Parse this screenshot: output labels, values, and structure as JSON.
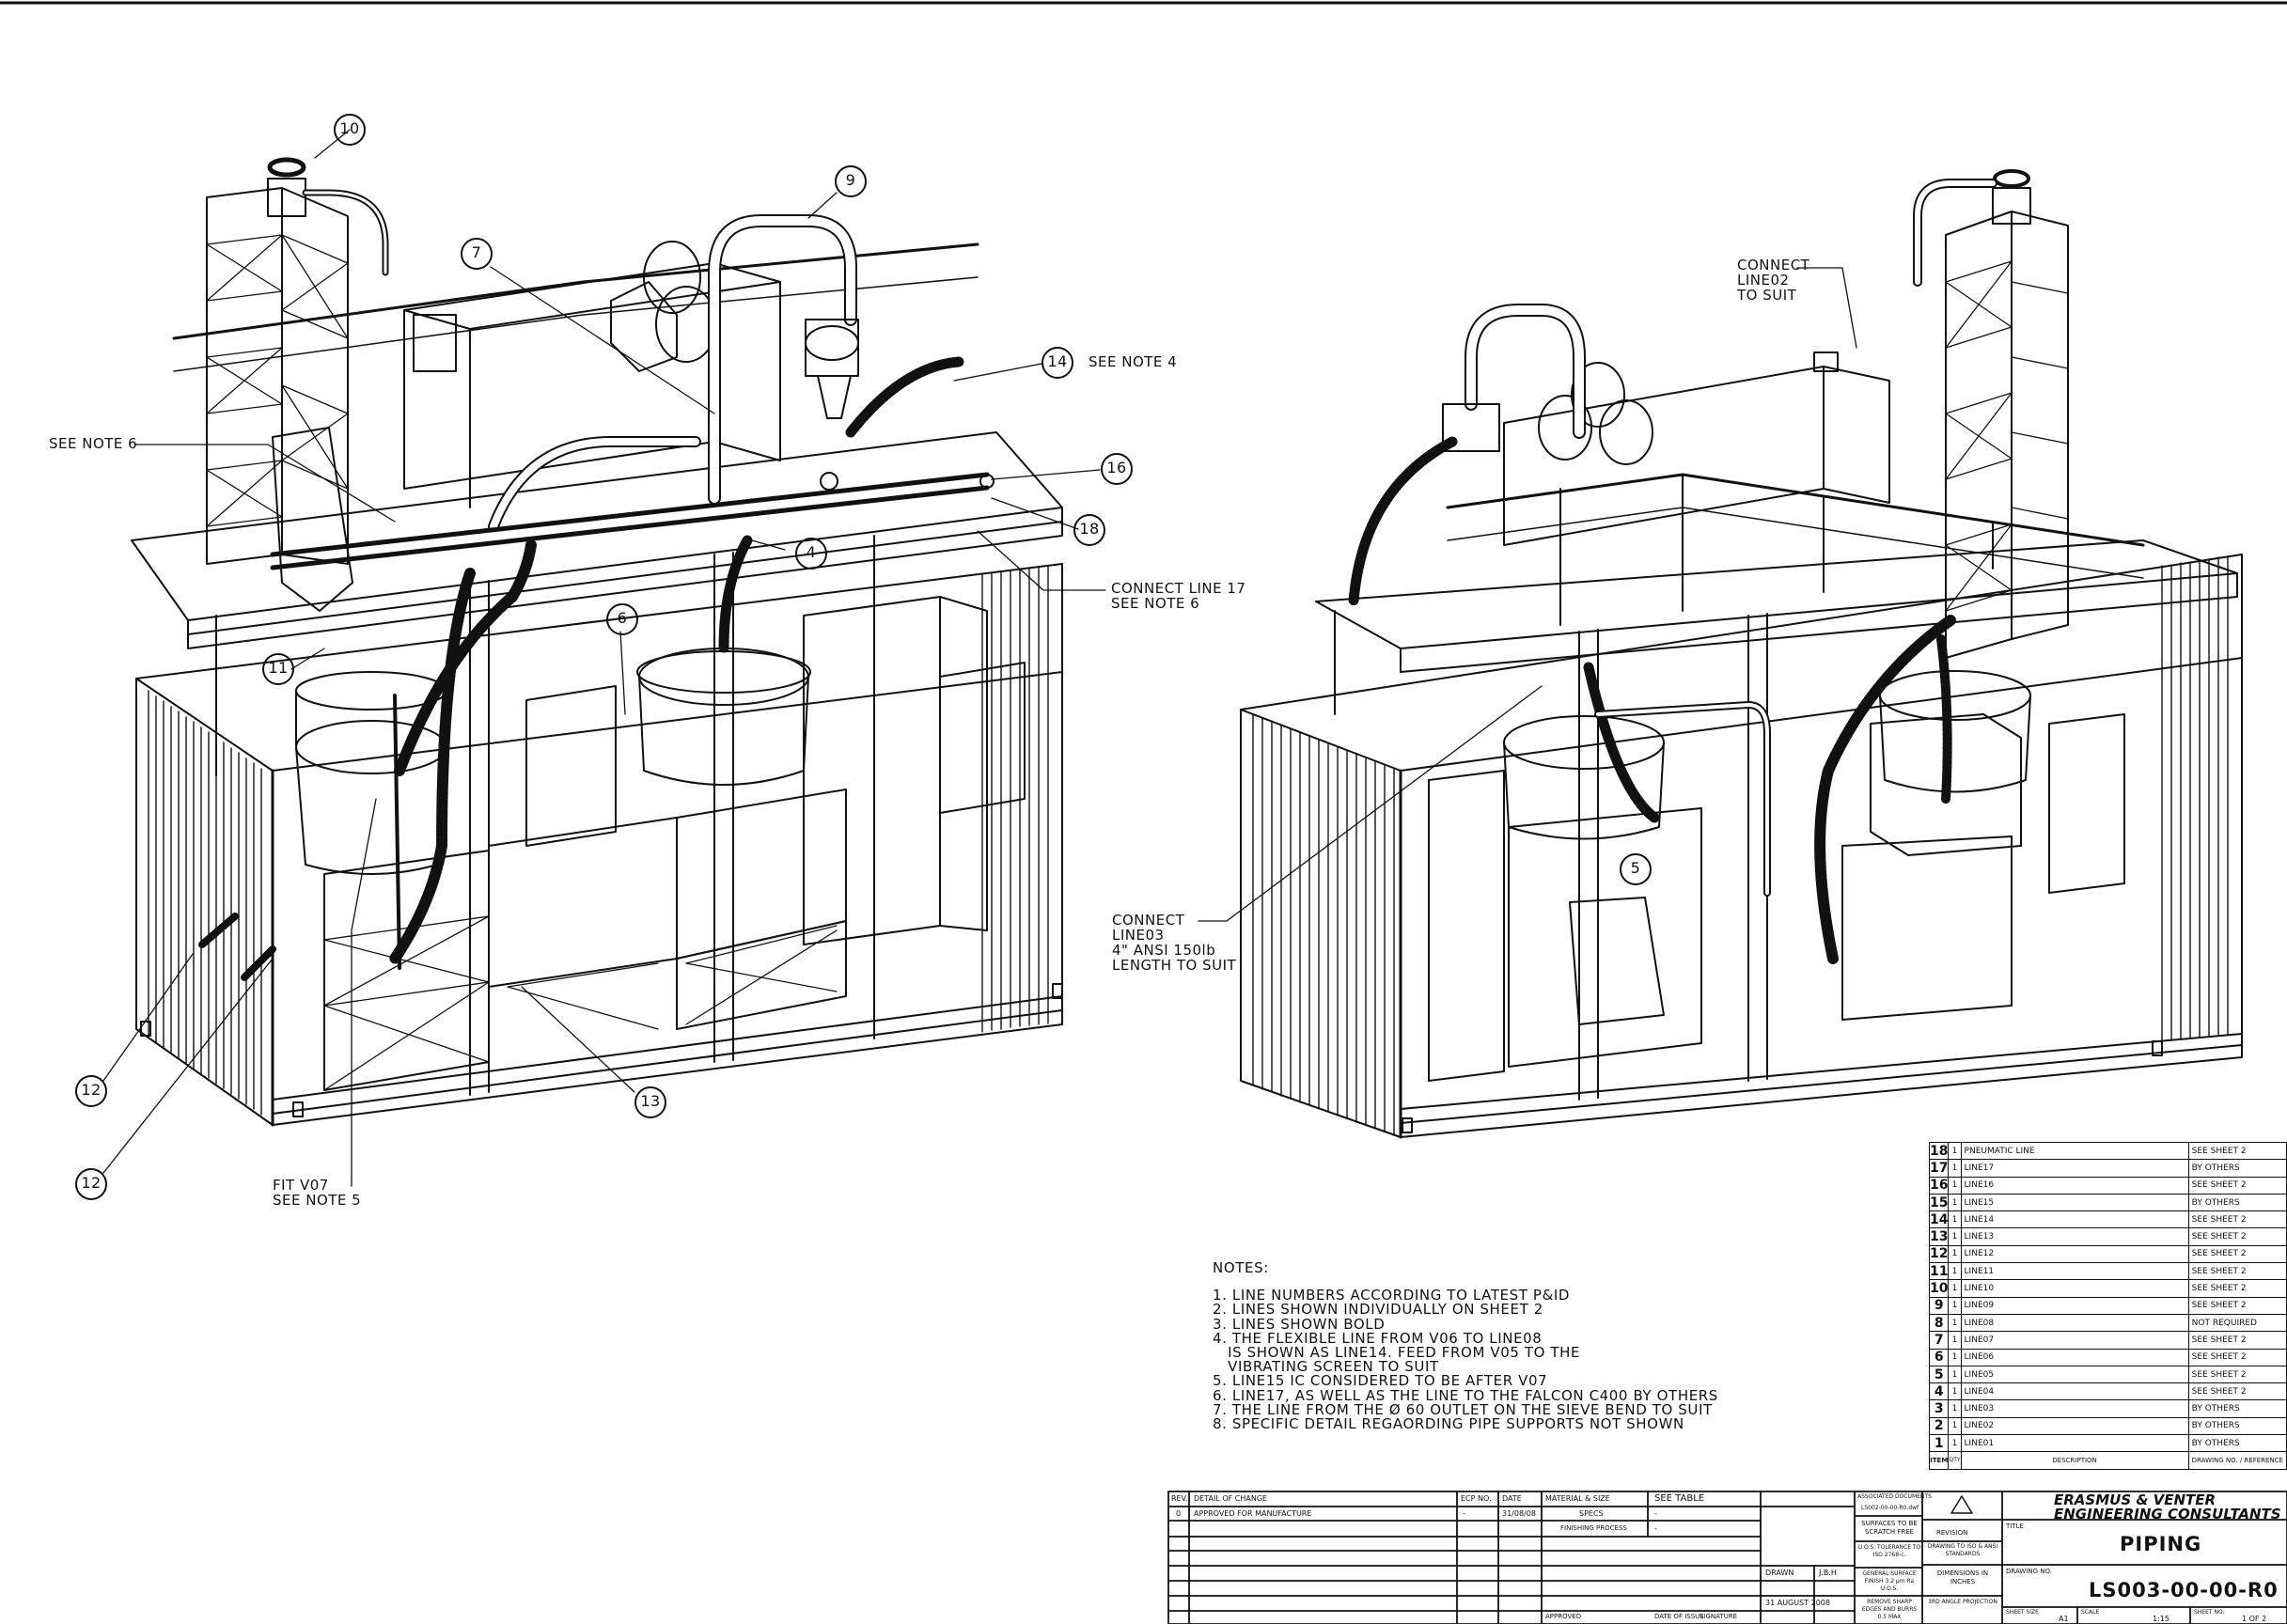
{
  "drawing": {
    "callouts_left": [
      {
        "num": "10"
      },
      {
        "num": "9"
      },
      {
        "num": "7"
      },
      {
        "num": "14"
      },
      {
        "num": "16"
      },
      {
        "num": "18"
      },
      {
        "num": "4"
      },
      {
        "num": "6"
      },
      {
        "num": "11"
      },
      {
        "num": "12"
      },
      {
        "num": "12"
      },
      {
        "num": "13"
      }
    ],
    "callouts_right": [
      {
        "num": "5"
      }
    ],
    "labels": {
      "see_note_4": "SEE NOTE 4",
      "see_note_6": "SEE NOTE 6",
      "connect_line17": "CONNECT LINE 17\nSEE NOTE 6",
      "fit_v07": "FIT V07\nSEE NOTE 5",
      "connect_line02": "CONNECT\nLINE02\nTO SUIT",
      "connect_line03": "CONNECT\nLINE03\n4\" ANSI 150lb\nLENGTH TO SUIT"
    }
  },
  "notes": {
    "heading": "NOTES:",
    "items": [
      "1. LINE NUMBERS ACCORDING TO LATEST P&ID",
      "2. LINES SHOWN INDIVIDUALLY ON SHEET 2",
      "3. LINES SHOWN BOLD",
      "4. THE FLEXIBLE LINE FROM V06 TO LINE08",
      "   IS SHOWN AS LINE14. FEED FROM V05 TO THE",
      "   VIBRATING SCREEN TO SUIT",
      "5. LINE15 IC CONSIDERED TO BE AFTER V07",
      "6. LINE17, AS WELL AS THE LINE TO THE FALCON C400 BY OTHERS",
      "7. THE LINE FROM THE Ø 60 OUTLET ON THE SIEVE BEND TO SUIT",
      "8. SPECIFIC DETAIL REGAORDING PIPE SUPPORTS NOT SHOWN"
    ]
  },
  "parts_list": [
    {
      "item": "18",
      "qty": "1",
      "desc": "PNEUMATIC LINE",
      "ref": "SEE SHEET 2"
    },
    {
      "item": "17",
      "qty": "1",
      "desc": "LINE17",
      "ref": "BY OTHERS"
    },
    {
      "item": "16",
      "qty": "1",
      "desc": "LINE16",
      "ref": "SEE SHEET 2"
    },
    {
      "item": "15",
      "qty": "1",
      "desc": "LINE15",
      "ref": "BY OTHERS"
    },
    {
      "item": "14",
      "qty": "1",
      "desc": "LINE14",
      "ref": "SEE SHEET 2"
    },
    {
      "item": "13",
      "qty": "1",
      "desc": "LINE13",
      "ref": "SEE SHEET 2"
    },
    {
      "item": "12",
      "qty": "1",
      "desc": "LINE12",
      "ref": "SEE SHEET 2"
    },
    {
      "item": "11",
      "qty": "1",
      "desc": "LINE11",
      "ref": "SEE SHEET 2"
    },
    {
      "item": "10",
      "qty": "1",
      "desc": "LINE10",
      "ref": "SEE SHEET 2"
    },
    {
      "item": "9",
      "qty": "1",
      "desc": "LINE09",
      "ref": "SEE SHEET 2"
    },
    {
      "item": "8",
      "qty": "1",
      "desc": "LINE08",
      "ref": "NOT REQUIRED"
    },
    {
      "item": "7",
      "qty": "1",
      "desc": "LINE07",
      "ref": "SEE SHEET 2"
    },
    {
      "item": "6",
      "qty": "1",
      "desc": "LINE06",
      "ref": "SEE SHEET 2"
    },
    {
      "item": "5",
      "qty": "1",
      "desc": "LINE05",
      "ref": "SEE SHEET 2"
    },
    {
      "item": "4",
      "qty": "1",
      "desc": "LINE04",
      "ref": "SEE SHEET 2"
    },
    {
      "item": "3",
      "qty": "1",
      "desc": "LINE03",
      "ref": "BY OTHERS"
    },
    {
      "item": "2",
      "qty": "1",
      "desc": "LINE02",
      "ref": "BY OTHERS"
    },
    {
      "item": "1",
      "qty": "1",
      "desc": "LINE01",
      "ref": "BY OTHERS"
    }
  ],
  "parts_header": {
    "item": "ITEM",
    "qty": "QTY",
    "desc": "DESCRIPTION",
    "ref": "DRAWING NO. / REFERENCE"
  },
  "title_block": {
    "rev_header": "REV.",
    "detail_header": "DETAIL OF CHANGE",
    "ecp_header": "ECP NO.",
    "date_header": "DATE",
    "rev0": "0",
    "rev0_detail": "APPROVED FOR MANUFACTURE",
    "rev0_ecp": "-",
    "rev0_date": "31/08/08",
    "material_label": "MATERIAL & SIZE",
    "material_value": "SEE TABLE",
    "specs_label": "SPECS",
    "specs_value": "-",
    "finishing_label": "FINISHING PROCESS",
    "finishing_value": "-",
    "drawn_label": "DRAWN",
    "drawn_value": "J.B.H",
    "drawn_date": "31 AUGUST 2008",
    "date_of_issue": "DATE OF ISSUE",
    "approved": "APPROVED",
    "signature": "SIGNATURE",
    "assoc_docs": "ASSOCIATED DOCUMENTS",
    "assoc_ref": "LS002-00-00-R0.dwf",
    "surfaces": "SURFACES TO BE SCRATCH FREE",
    "tolerance": "U.O.S. TOLERANCE TO ISO 2768-c.",
    "surface_finish": "GENERAL SURFACE FINISH 3.2 μm Ra U.O.S.",
    "sharp_edges": "REMOVE SHARP EDGES AND BURRS 0.5 MAX",
    "revision": "REVISION",
    "drawing_to": "DRAWING TO ISO & ANSI STANDARDS",
    "dimensions": "DIMENSIONS IN INCHES",
    "projection": "3RD ANGLE PROJECTION",
    "company_line1": "ERASMUS & VENTER",
    "company_line2": "ENGINEERING CONSULTANTS",
    "title_label": "TITLE",
    "title_value": "PIPING",
    "drawing_no_label": "DRAWING NO.",
    "drawing_no": "LS003-00-00-R0",
    "sheet_size_label": "SHEET SIZE",
    "sheet_size": "A1",
    "scale_label": "SCALE",
    "scale": "1:15",
    "sheet_no_label": "SHEET NO.",
    "sheet_no": "1 OF 2"
  }
}
